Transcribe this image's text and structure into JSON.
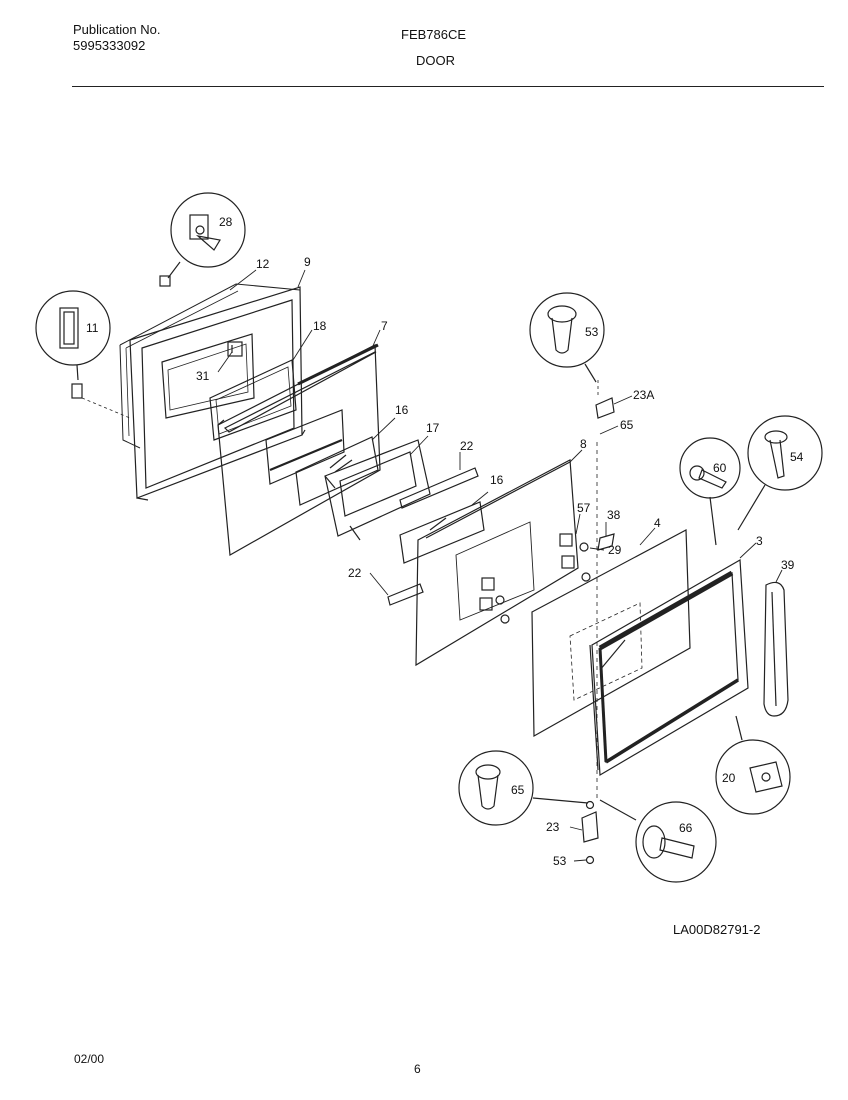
{
  "header": {
    "publication_label": "Publication No.",
    "publication_number": "5995333092",
    "model": "FEB786CE",
    "section": "DOOR"
  },
  "diagram_code": "LA00D82791-2",
  "footer": {
    "date": "02/00",
    "page": "6"
  },
  "callouts": {
    "c28": "28",
    "c12": "12",
    "c9": "9",
    "c11": "11",
    "c18": "18",
    "c7": "7",
    "c31": "31",
    "c16a": "16",
    "c17": "17",
    "c22a": "22",
    "c16b": "16",
    "c22b": "22",
    "c53a": "53",
    "c23a_label": "23A",
    "c8": "8",
    "c65a": "65",
    "c57": "57",
    "c38": "38",
    "c29": "29",
    "c4": "4",
    "c60": "60",
    "c54": "54",
    "c3": "3",
    "c39": "39",
    "c20": "20",
    "c65b": "65",
    "c66": "66",
    "c23": "23",
    "c53b": "53"
  }
}
